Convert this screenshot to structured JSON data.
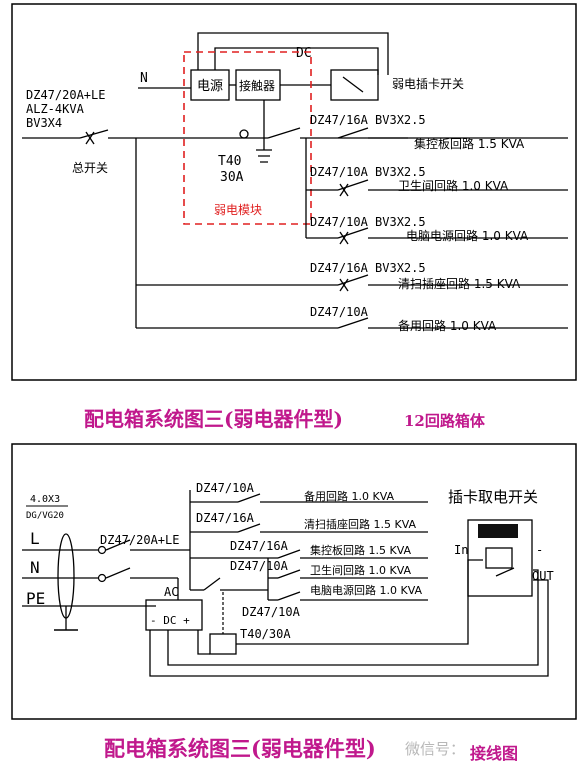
{
  "d1": {
    "n": "N",
    "dc": "DC",
    "power": "电源",
    "contactor": "接触器",
    "card_switch": "弱电插卡开关",
    "main_breaker_1": "DZ47/20A+LE",
    "main_breaker_2": "ALZ-4KVA",
    "main_breaker_3": "BV3X4",
    "main_switch": "总开关",
    "t40_1": "T40",
    "t40_2": "30A",
    "module": "弱电模块",
    "c1_breaker": "DZ47/16A  BV3X2.5",
    "c1_label": "集控板回路 1.5 KVA",
    "c2_breaker": "DZ47/10A  BV3X2.5",
    "c2_label": "卫生间回路 1.0 KVA",
    "c3_breaker": "DZ47/10A  BV3X2.5",
    "c3_label": "电脑电源回路 1.0 KVA",
    "c4_breaker": "DZ47/16A  BV3X2.5",
    "c4_label": "清扫插座回路 1.5 KVA",
    "c5_breaker": "DZ47/10A",
    "c5_label": "备用回路 1.0 KVA"
  },
  "caption1": "配电箱系统图三(弱电器件型)",
  "caption1b": "12回路箱体",
  "d2": {
    "cable_1": "4.0X3",
    "cable_2": "DG/VG20",
    "l": "L",
    "n": "N",
    "pe": "PE",
    "main_breaker": "DZ47/20A+LE",
    "b1": "DZ47/10A",
    "b1_label": "备用回路 1.0 KVA",
    "b2": "DZ47/16A",
    "b2_label": "清扫插座回路 1.5 KVA",
    "b3": "DZ47/16A",
    "b3_label": "集控板回路 1.5 KVA",
    "b4": "DZ47/10A",
    "b4_label": "卫生间回路 1.0 KVA",
    "b5": "DZ47/10A",
    "b5_label": "电脑电源回路 1.0 KVA",
    "ac": "AC",
    "dc": "- DC +",
    "t40": "T40/30A",
    "card_title": "插卡取电开关",
    "in": "In",
    "out": "OUT",
    "minus": "-"
  },
  "caption2": "配电箱系统图三(弱电器件型)",
  "caption2b": "接线图",
  "watermark": "微信号："
}
